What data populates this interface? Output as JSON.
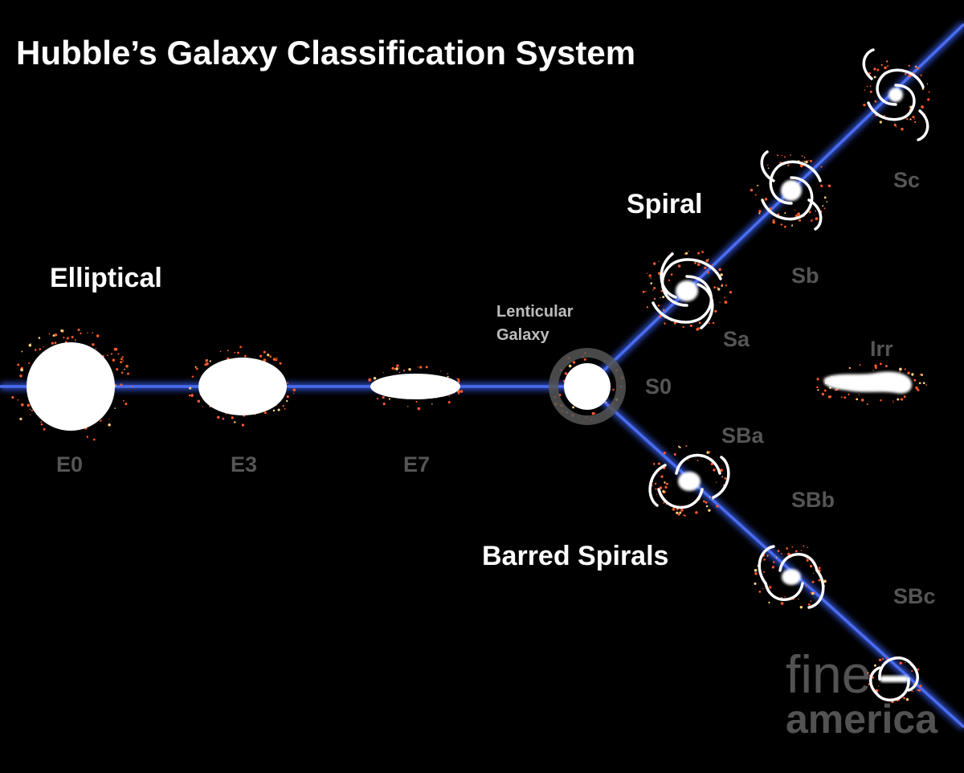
{
  "title": "Hubble’s Galaxy Classification System",
  "groups": {
    "elliptical": "Elliptical",
    "spiral": "Spiral",
    "barred": "Barred Spirals",
    "lenticular_line1": "Lenticular",
    "lenticular_line2": "Galaxy"
  },
  "classes": {
    "e0": "E0",
    "e3": "E3",
    "e7": "E7",
    "s0": "S0",
    "sa": "Sa",
    "sb": "Sb",
    "sc": "Sc",
    "sba": "SBa",
    "sbb": "SBb",
    "sbc": "SBc",
    "irr": "Irr"
  },
  "watermark": {
    "line1": "fine",
    "line2": "america"
  },
  "colors": {
    "background": "#000000",
    "line": "#4a6cf0",
    "glow": "#3556d8",
    "galaxy": "#ffffff",
    "stars": "#ff5a2a",
    "star_highlight": "#ffd080",
    "class_label": "#555555",
    "halo": "#555555"
  }
}
